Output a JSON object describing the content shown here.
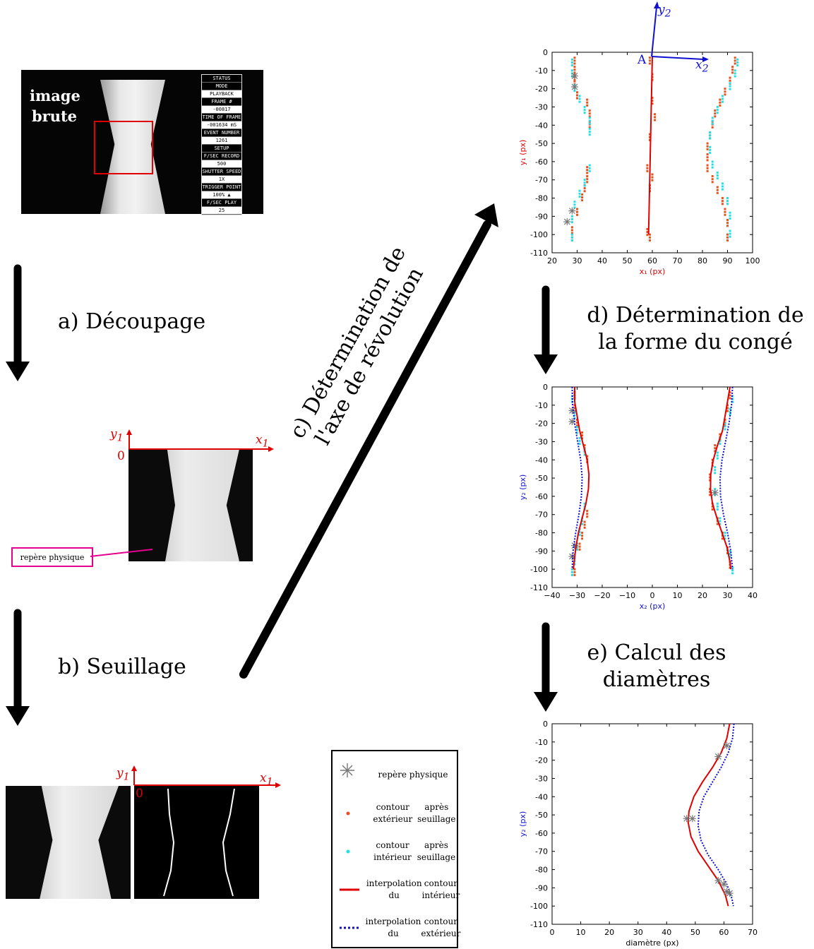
{
  "raw_image": {
    "label": "image brute",
    "status_panel": [
      "STATUS",
      "MODE",
      "PLAYBACK",
      "FRAME #",
      "-00817",
      "TIME OF FRAME",
      "-001634 mS",
      "EVENT NUMBER",
      "1261",
      "SETUP",
      "F/SEC RECORD",
      "500",
      "SHUTTER SPEED",
      "1X",
      "TRIGGER POINT",
      "100% ▲",
      "F/SEC PLAY",
      "25"
    ],
    "status_values_idx": [
      2,
      4,
      6,
      8,
      11,
      13,
      15,
      17
    ]
  },
  "steps": {
    "a": "a) Découpage",
    "b": "b) Seuillage",
    "c_line1": "c) Détermination de",
    "c_line2": "l'axe de révolution",
    "d_line1": "d) Détermination de",
    "d_line2": "la forme du congé",
    "e_line1": "e) Calcul des",
    "e_line2": "diamètres"
  },
  "axes_labels": {
    "y1": "y",
    "y1_sub": "1",
    "x1": "x",
    "x1_sub": "1",
    "y2": "y",
    "y2_sub": "2",
    "x2": "x",
    "x2_sub": "2",
    "origin": "0",
    "point_a": "A"
  },
  "annotation": {
    "physical_marker": "repère physique"
  },
  "legend": [
    {
      "symbol": "asterisk-gray",
      "text": "repère physique"
    },
    {
      "symbol": "dot-orange",
      "text": "contour extérieur\naprès seuillage"
    },
    {
      "symbol": "dot-cyan",
      "text": "contour intérieur\naprès seuillage"
    },
    {
      "symbol": "line-red-solid",
      "text": "interpolation du\ncontour intérieur"
    },
    {
      "symbol": "line-blue-dotted",
      "text": "interpolation du\ncontour extérieur"
    }
  ],
  "colors": {
    "outer_contour": "#e8501c",
    "inner_contour": "#22e0e8",
    "interp_inner": "#e00000",
    "interp_outer": "#1010d0",
    "marker": "#777777",
    "frame_red": "#e00000",
    "axis_red": "#e00000",
    "axis_blue": "#1010d0",
    "annotation_magenta": "#e6008e"
  },
  "chart_data": [
    {
      "type": "scatter",
      "xlabel": "x₁ (px)",
      "ylabel": "y₁ (px)",
      "xlim": [
        20,
        100
      ],
      "ylim": [
        -110,
        0
      ],
      "xticks": [
        20,
        30,
        40,
        50,
        60,
        70,
        80,
        90,
        100
      ],
      "yticks": [
        0,
        -10,
        -20,
        -30,
        -40,
        -50,
        -60,
        -70,
        -80,
        -90,
        -100,
        -110
      ],
      "series": [
        {
          "role": "outer",
          "points": [
            [
              29,
              -3
            ],
            [
              29,
              -8
            ],
            [
              29,
              -12
            ],
            [
              29,
              -16
            ],
            [
              30,
              -22
            ],
            [
              34,
              -26
            ],
            [
              35,
              -32
            ],
            [
              35,
              -38
            ],
            [
              34,
              -63
            ],
            [
              34,
              -68
            ],
            [
              33,
              -73
            ],
            [
              32,
              -78
            ],
            [
              30,
              -86
            ],
            [
              28,
              -96
            ],
            [
              28,
              -100
            ],
            [
              93,
              -3
            ],
            [
              92,
              -8
            ],
            [
              91,
              -14
            ],
            [
              89,
              -20
            ],
            [
              87,
              -26
            ],
            [
              85,
              -32
            ],
            [
              84,
              -38
            ],
            [
              83,
              -44
            ],
            [
              82,
              -50
            ],
            [
              82,
              -56
            ],
            [
              82,
              -62
            ],
            [
              84,
              -68
            ],
            [
              86,
              -74
            ],
            [
              88,
              -80
            ],
            [
              89,
              -86
            ],
            [
              90,
              -92
            ],
            [
              90,
              -100
            ]
          ]
        },
        {
          "role": "inner",
          "points": [
            [
              28,
              -4
            ],
            [
              28,
              -10
            ],
            [
              29,
              -18
            ],
            [
              31,
              -24
            ],
            [
              33,
              -30
            ],
            [
              35,
              -36
            ],
            [
              35,
              -42
            ],
            [
              35,
              -62
            ],
            [
              33,
              -70
            ],
            [
              31,
              -76
            ],
            [
              29,
              -82
            ],
            [
              28,
              -90
            ],
            [
              28,
              -100
            ],
            [
              94,
              -4
            ],
            [
              93,
              -10
            ],
            [
              91,
              -17
            ],
            [
              88,
              -24
            ],
            [
              86,
              -30
            ],
            [
              84,
              -36
            ],
            [
              83,
              -44
            ],
            [
              83,
              -52
            ],
            [
              84,
              -60
            ],
            [
              86,
              -66
            ],
            [
              88,
              -72
            ],
            [
              90,
              -80
            ],
            [
              91,
              -88
            ],
            [
              91,
              -98
            ]
          ]
        },
        {
          "role": "center",
          "points": [
            [
              59,
              -3
            ],
            [
              60,
              -12
            ],
            [
              60,
              -25
            ],
            [
              61,
              -34
            ],
            [
              59,
              -45
            ],
            [
              58,
              -62
            ],
            [
              60,
              -67
            ],
            [
              59,
              -73
            ],
            [
              58,
              -97
            ],
            [
              59,
              -100
            ]
          ]
        },
        {
          "role": "marker",
          "points": [
            [
              29,
              -13
            ],
            [
              29,
              -19
            ],
            [
              28,
              -87
            ],
            [
              26,
              -93
            ]
          ]
        }
      ]
    },
    {
      "type": "scatter",
      "xlabel": "x₂ (px)",
      "ylabel": "y₂ (px)",
      "xlim": [
        -40,
        40
      ],
      "ylim": [
        -110,
        0
      ],
      "xticks": [
        -40,
        -30,
        -20,
        -10,
        0,
        10,
        20,
        30,
        40
      ],
      "yticks": [
        0,
        -10,
        -20,
        -30,
        -40,
        -50,
        -60,
        -70,
        -80,
        -90,
        -100,
        -110
      ],
      "series": [
        {
          "role": "outer",
          "points": [
            [
              -31,
              -3
            ],
            [
              -31,
              -10
            ],
            [
              -30,
              -18
            ],
            [
              -28,
              -25
            ],
            [
              -27,
              -32
            ],
            [
              -26,
              -38
            ],
            [
              -26,
              -68
            ],
            [
              -27,
              -74
            ],
            [
              -28,
              -80
            ],
            [
              -29,
              -86
            ],
            [
              -31,
              -94
            ],
            [
              -31,
              -100
            ],
            [
              31,
              -3
            ],
            [
              30,
              -10
            ],
            [
              29,
              -18
            ],
            [
              27,
              -26
            ],
            [
              25,
              -32
            ],
            [
              24,
              -40
            ],
            [
              23,
              -48
            ],
            [
              23,
              -56
            ],
            [
              24,
              -64
            ],
            [
              26,
              -72
            ],
            [
              28,
              -80
            ],
            [
              30,
              -88
            ],
            [
              31,
              -96
            ]
          ]
        },
        {
          "role": "inner",
          "points": [
            [
              -32,
              -5
            ],
            [
              -31,
              -14
            ],
            [
              -30,
              -22
            ],
            [
              -29,
              -28
            ],
            [
              -27,
              -34
            ],
            [
              -27,
              -64
            ],
            [
              -28,
              -72
            ],
            [
              -29,
              -78
            ],
            [
              -30,
              -86
            ],
            [
              -31,
              -94
            ],
            [
              -32,
              -100
            ],
            [
              32,
              -5
            ],
            [
              31,
              -12
            ],
            [
              29,
              -20
            ],
            [
              27,
              -28
            ],
            [
              26,
              -36
            ],
            [
              25,
              -44
            ],
            [
              25,
              -56
            ],
            [
              26,
              -64
            ],
            [
              27,
              -72
            ],
            [
              29,
              -80
            ],
            [
              31,
              -90
            ],
            [
              32,
              -99
            ]
          ]
        },
        {
          "role": "marker",
          "points": [
            [
              -32,
              -13
            ],
            [
              -32,
              -19
            ],
            [
              -31,
              -87
            ],
            [
              -32,
              -93
            ],
            [
              25,
              -58
            ]
          ]
        },
        {
          "role": "interp_inner",
          "points": [
            [
              -31,
              0
            ],
            [
              -31,
              -8
            ],
            [
              -30,
              -16
            ],
            [
              -29,
              -24
            ],
            [
              -27.5,
              -32
            ],
            [
              -26,
              -40
            ],
            [
              -25.3,
              -48
            ],
            [
              -25.5,
              -56
            ],
            [
              -26.5,
              -64
            ],
            [
              -28,
              -72
            ],
            [
              -29.5,
              -80
            ],
            [
              -30.5,
              -88
            ],
            [
              -31.2,
              -96
            ],
            [
              -31.5,
              -100
            ],
            [
              31,
              0
            ],
            [
              30,
              -8
            ],
            [
              29,
              -16
            ],
            [
              28,
              -24
            ],
            [
              26,
              -32
            ],
            [
              24.3,
              -40
            ],
            [
              23.3,
              -48
            ],
            [
              23.2,
              -56
            ],
            [
              24,
              -64
            ],
            [
              25.8,
              -72
            ],
            [
              27.8,
              -80
            ],
            [
              29.8,
              -88
            ],
            [
              31,
              -96
            ],
            [
              31.3,
              -100
            ]
          ]
        },
        {
          "role": "interp_outer",
          "points": [
            [
              -32,
              0
            ],
            [
              -31.8,
              -10
            ],
            [
              -31,
              -20
            ],
            [
              -29.8,
              -30
            ],
            [
              -28.6,
              -40
            ],
            [
              -28,
              -50
            ],
            [
              -28.3,
              -60
            ],
            [
              -29.3,
              -70
            ],
            [
              -30.6,
              -80
            ],
            [
              -31.6,
              -90
            ],
            [
              -32,
              -100
            ],
            [
              32,
              0
            ],
            [
              31.6,
              -10
            ],
            [
              30.6,
              -20
            ],
            [
              29.2,
              -30
            ],
            [
              27.8,
              -40
            ],
            [
              27,
              -50
            ],
            [
              27.2,
              -60
            ],
            [
              28.4,
              -70
            ],
            [
              30,
              -80
            ],
            [
              31.3,
              -90
            ],
            [
              32,
              -100
            ]
          ]
        }
      ]
    },
    {
      "type": "line",
      "xlabel": "diamètre (px)",
      "ylabel": "y₂ (px)",
      "xlim": [
        0,
        70
      ],
      "ylim": [
        -110,
        0
      ],
      "xticks": [
        0,
        10,
        20,
        30,
        40,
        50,
        60,
        70
      ],
      "yticks": [
        0,
        -10,
        -20,
        -30,
        -40,
        -50,
        -60,
        -70,
        -80,
        -90,
        -100,
        -110
      ],
      "series": [
        {
          "role": "interp_inner",
          "points": [
            [
              62,
              0
            ],
            [
              61,
              -8
            ],
            [
              59,
              -16
            ],
            [
              56,
              -24
            ],
            [
              52.5,
              -32
            ],
            [
              49.5,
              -40
            ],
            [
              47.8,
              -48
            ],
            [
              47.5,
              -54
            ],
            [
              48.5,
              -62
            ],
            [
              51,
              -70
            ],
            [
              54.5,
              -78
            ],
            [
              58,
              -86
            ],
            [
              60.5,
              -94
            ],
            [
              61.5,
              -100
            ]
          ]
        },
        {
          "role": "interp_outer",
          "points": [
            [
              63.5,
              0
            ],
            [
              63,
              -8
            ],
            [
              61.5,
              -16
            ],
            [
              59,
              -24
            ],
            [
              56,
              -32
            ],
            [
              53,
              -40
            ],
            [
              51.3,
              -48
            ],
            [
              51,
              -56
            ],
            [
              52,
              -64
            ],
            [
              54.5,
              -72
            ],
            [
              58,
              -80
            ],
            [
              61,
              -88
            ],
            [
              62.8,
              -96
            ],
            [
              63.3,
              -100
            ]
          ]
        },
        {
          "role": "marker",
          "points": [
            [
              61,
              -12
            ],
            [
              58,
              -18
            ],
            [
              47,
              -52
            ],
            [
              49,
              -52
            ],
            [
              58,
              -86
            ],
            [
              60,
              -88
            ],
            [
              61,
              -92
            ],
            [
              62,
              -93
            ]
          ]
        }
      ]
    }
  ]
}
